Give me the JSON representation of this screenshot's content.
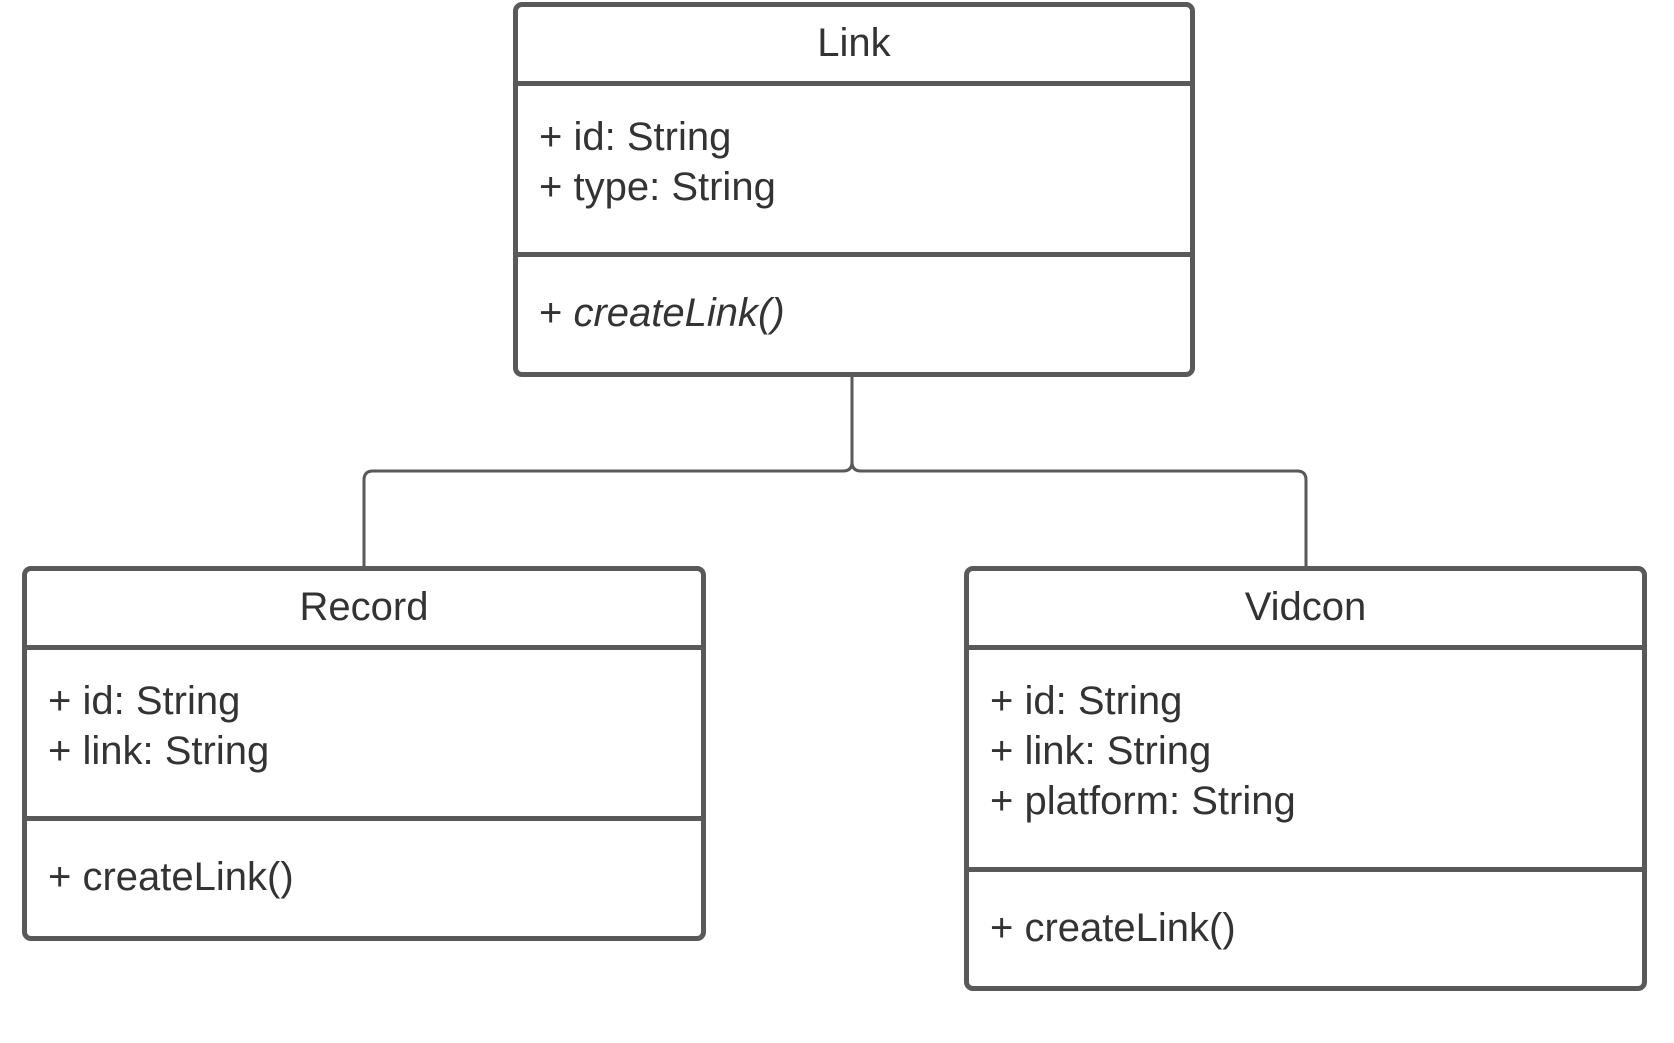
{
  "classes": {
    "link": {
      "name": "Link",
      "attributes": [
        {
          "prefix": "+ ",
          "member": "id: String"
        },
        {
          "prefix": "+ ",
          "member": "type: String"
        }
      ],
      "methods": [
        {
          "prefix": "+ ",
          "member": "createLink()",
          "abstract": true
        }
      ]
    },
    "record": {
      "name": "Record",
      "attributes": [
        {
          "prefix": "+ ",
          "member": "id: String"
        },
        {
          "prefix": "+ ",
          "member": "link: String"
        }
      ],
      "methods": [
        {
          "prefix": "+ ",
          "member": "createLink()",
          "abstract": false
        }
      ]
    },
    "vidcon": {
      "name": "Vidcon",
      "attributes": [
        {
          "prefix": "+ ",
          "member": "id: String"
        },
        {
          "prefix": "+ ",
          "member": "link: String"
        },
        {
          "prefix": "+ ",
          "member": "platform: String"
        }
      ],
      "methods": [
        {
          "prefix": "+ ",
          "member": "createLink()",
          "abstract": false
        }
      ]
    }
  },
  "relations": [
    {
      "from": "record",
      "to": "link",
      "type": "inheritance"
    },
    {
      "from": "vidcon",
      "to": "link",
      "type": "inheritance"
    }
  ],
  "colors": {
    "stroke": "#595959",
    "text": "#333333",
    "background": "#ffffff"
  }
}
